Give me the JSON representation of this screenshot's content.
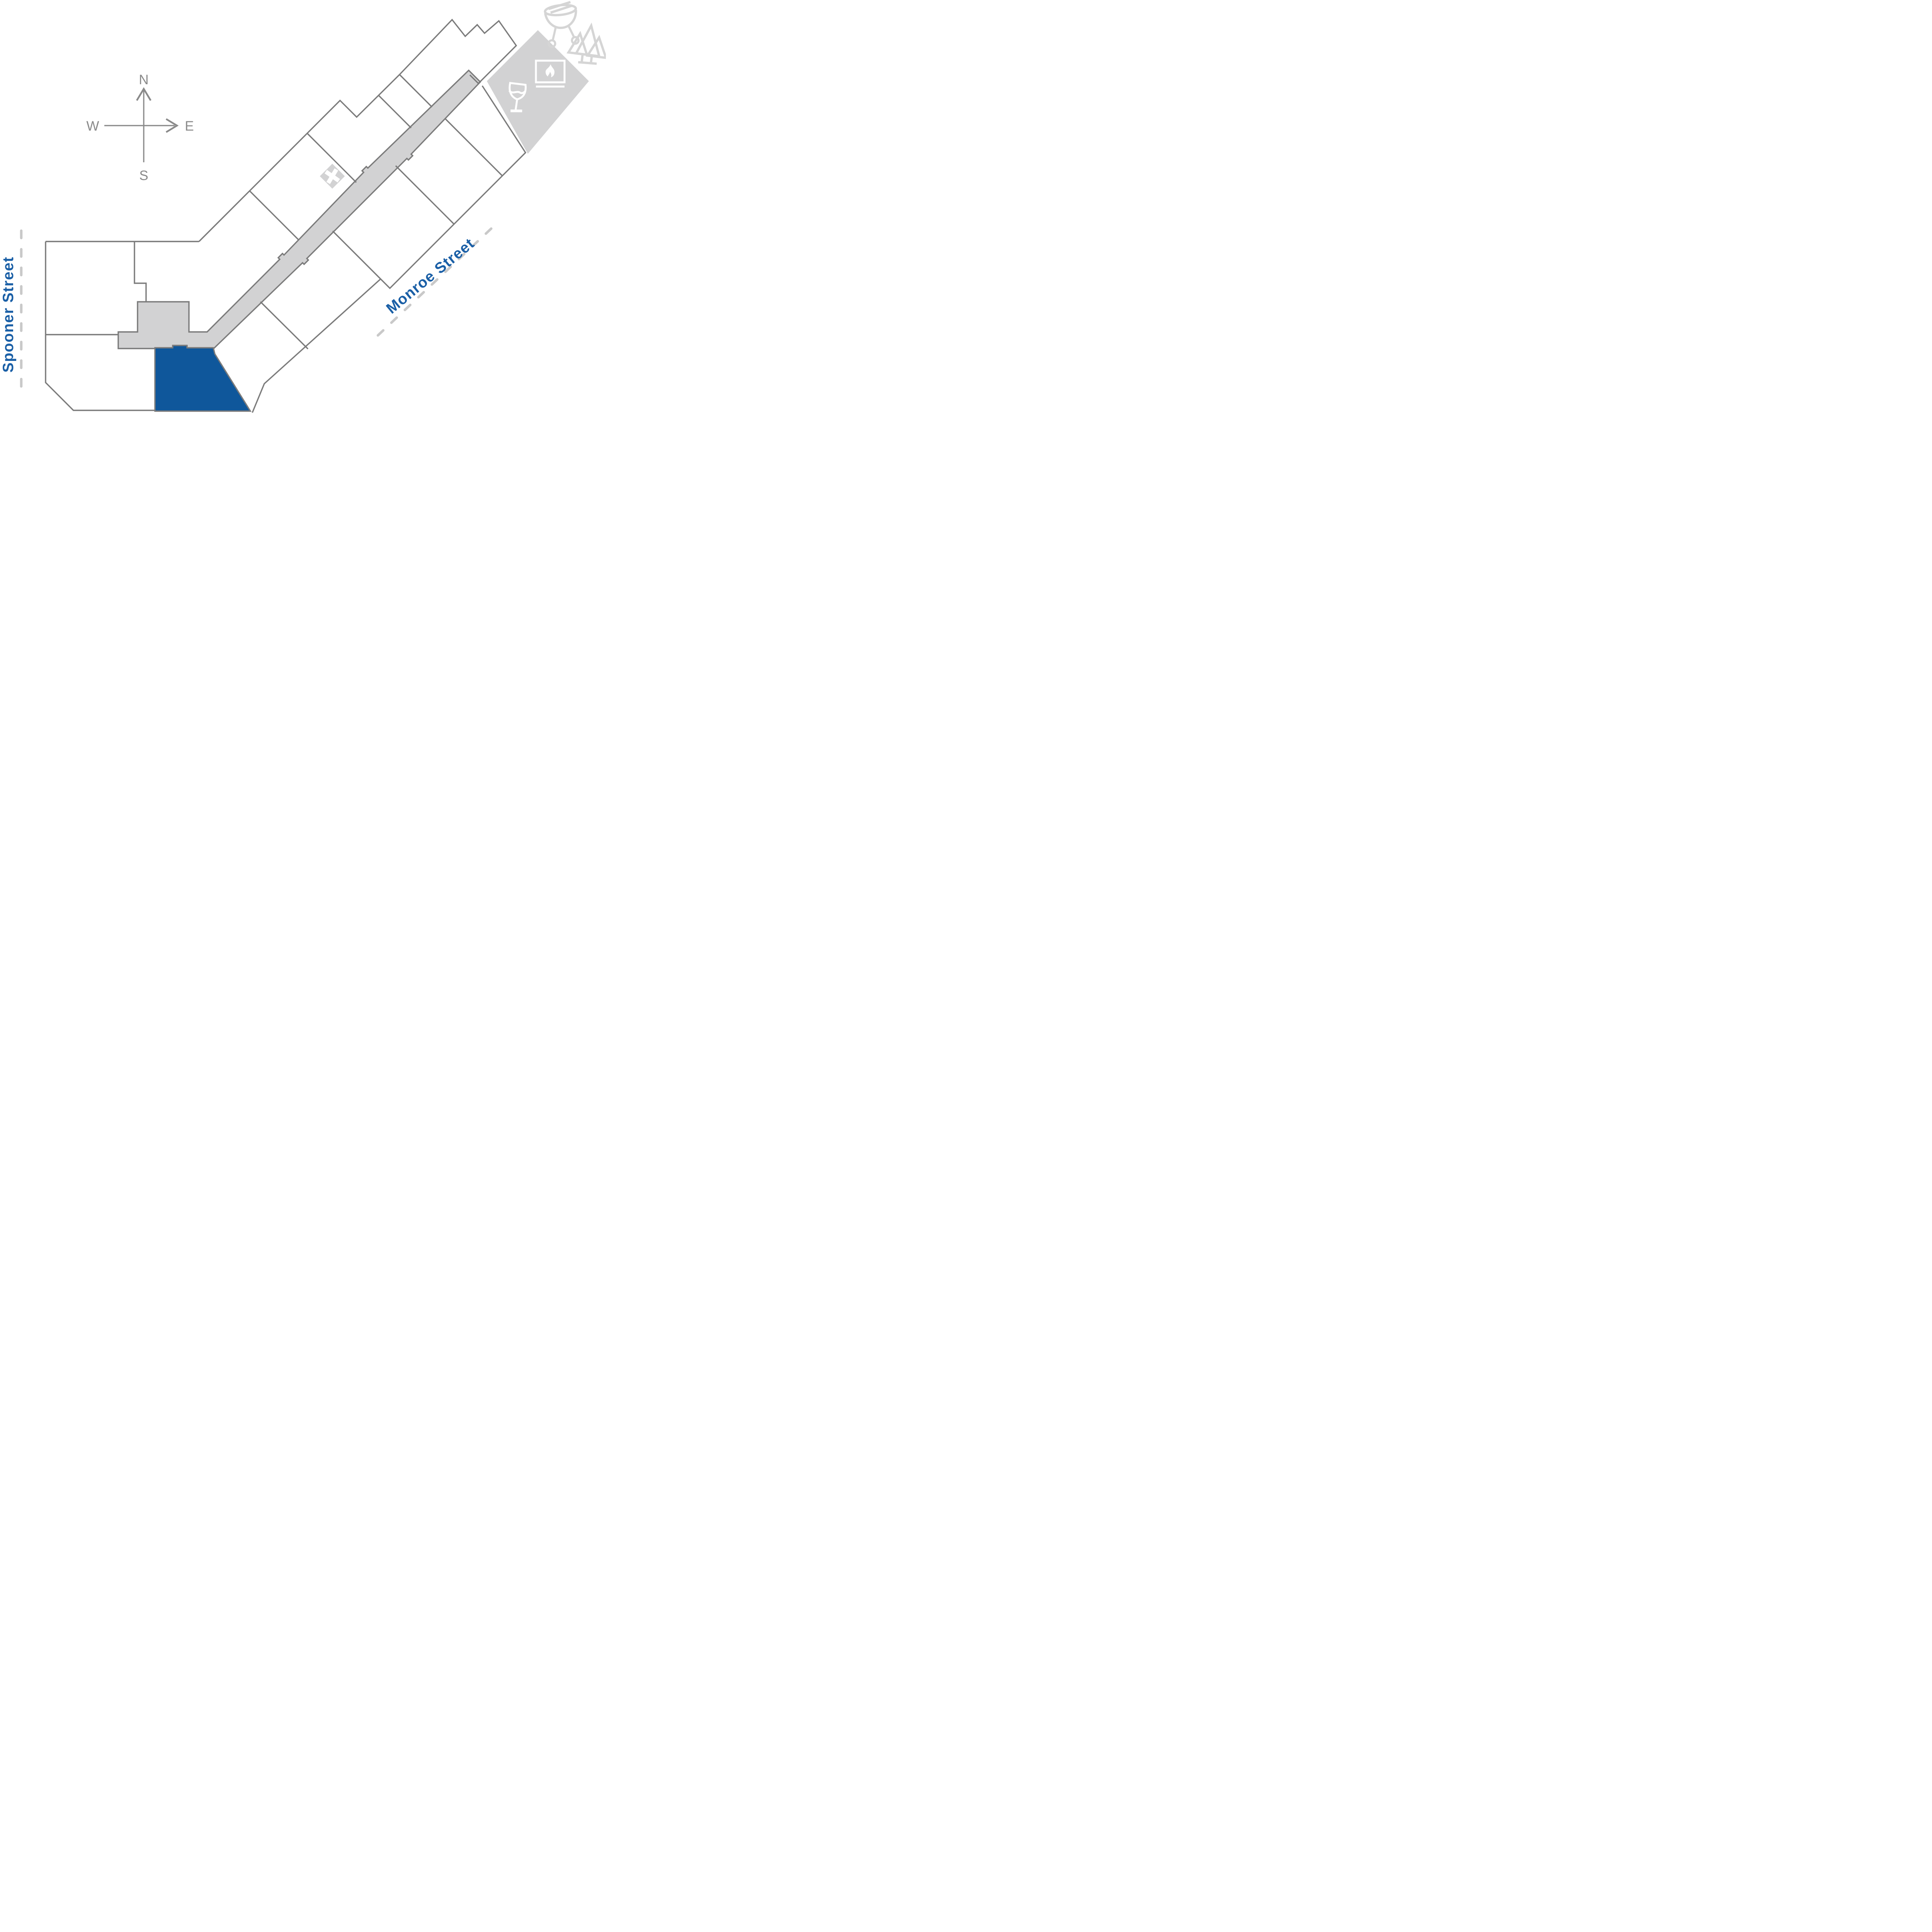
{
  "compass": {
    "north": "N",
    "east": "E",
    "south": "S",
    "west": "W"
  },
  "streets": {
    "west": "Spooner Street",
    "southeast": "Monroe Street"
  },
  "icons": {
    "grill": "grill-icon",
    "trees": "pine-trees-icon",
    "fireplace": "fireplace-icon",
    "wine_glass": "wine-glass-icon",
    "x_marker": "x-marker-icon"
  },
  "highlighted_unit": {
    "state": "selected"
  },
  "colors": {
    "outline": "#7b7b7b",
    "gray_fill": "#d2d2d3",
    "icon_gray": "#d5d5d5",
    "dash_line": "#c9c9c9",
    "compass": "#8a8a8a",
    "unit_blue": "#0f579b",
    "street_blue": "#1a5fa6",
    "bg": "#ffffff"
  }
}
